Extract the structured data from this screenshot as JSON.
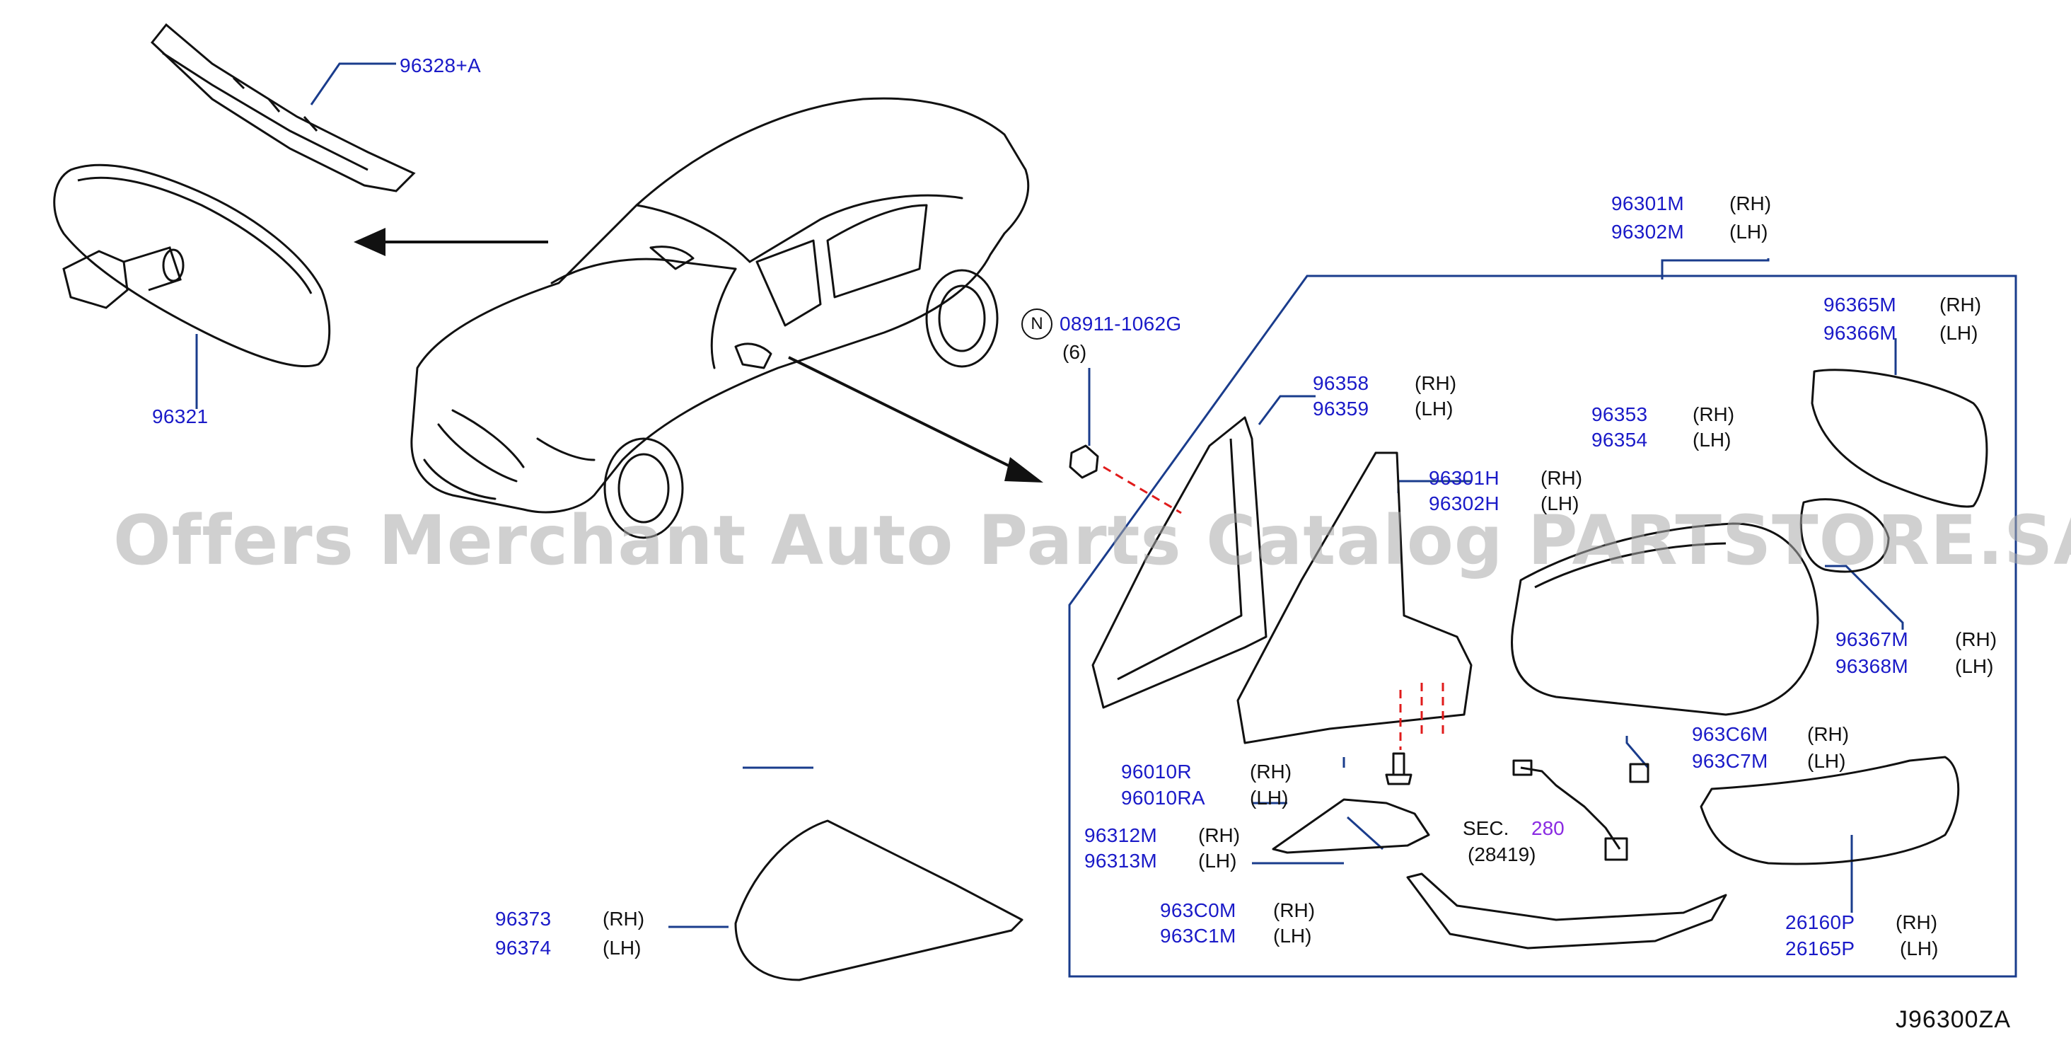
{
  "watermark": "Offers Merchant Auto Parts Catalog PARTSTORE.SA",
  "diagram_code": "J96300ZA",
  "nut_symbol": "N",
  "parts": {
    "p96328A": "96328+A",
    "p96321": "96321",
    "p08911": "08911-1062G",
    "p08911_qty": "(6)",
    "p96301M": "96301M",
    "p96302M": "96302M",
    "p96365M": "96365M",
    "p96366M": "96366M",
    "p96358": "96358",
    "p96359": "96359",
    "p96353": "96353",
    "p96354": "96354",
    "p96301H": "96301H",
    "p96302H": "96302H",
    "p96367M": "96367M",
    "p96368M": "96368M",
    "p963C6M": "963C6M",
    "p963C7M": "963C7M",
    "p96010R": "96010R",
    "p96010RA": "96010RA",
    "p96312M": "96312M",
    "p96313M": "96313M",
    "p963C0M": "963C0M",
    "p963C1M": "963C1M",
    "p26160P": "26160P",
    "p26165P": "26165P",
    "p96373": "96373",
    "p96374": "96374"
  },
  "sides": {
    "rh": "(RH)",
    "lh": "(LH)"
  },
  "section_ref": {
    "label": "SEC.",
    "number": "280",
    "sub": "(28419)"
  },
  "colors": {
    "part_number": "#1a1ac8",
    "line": "#1a3c8c",
    "dashed": "#e01b1b",
    "section_number": "#8a2be2"
  }
}
